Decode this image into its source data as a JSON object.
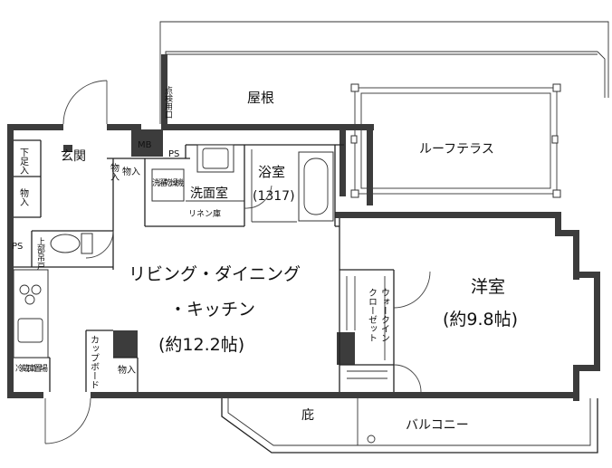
{
  "rooms": {
    "roof": "屋根",
    "roof_terrace": "ルーフテラス",
    "inspection_port": "点検用口",
    "entrance": "玄関",
    "shoe_storage": "下足入",
    "storage": "物入",
    "mb": "MB",
    "ps": "PS",
    "bathroom": "浴室",
    "bathroom_size": "(1317)",
    "washroom": "洗面室",
    "washer_dryer": "洗濯乾燥機",
    "linen": "リネン庫",
    "upper_cabinet": "上部吊戸",
    "living_line1": "リビング・ダイニング",
    "living_line2": "・キッチン",
    "living_area": "(約12.2帖)",
    "bedroom": "洋室",
    "bedroom_area": "(約9.8帖)",
    "walk_in_line1": "ウォークイン",
    "walk_in_line2": "クローゼット",
    "cupboard": "カップボード",
    "fridge": "冷蔵庫置場",
    "eaves": "庇",
    "balcony": "バルコニー"
  }
}
